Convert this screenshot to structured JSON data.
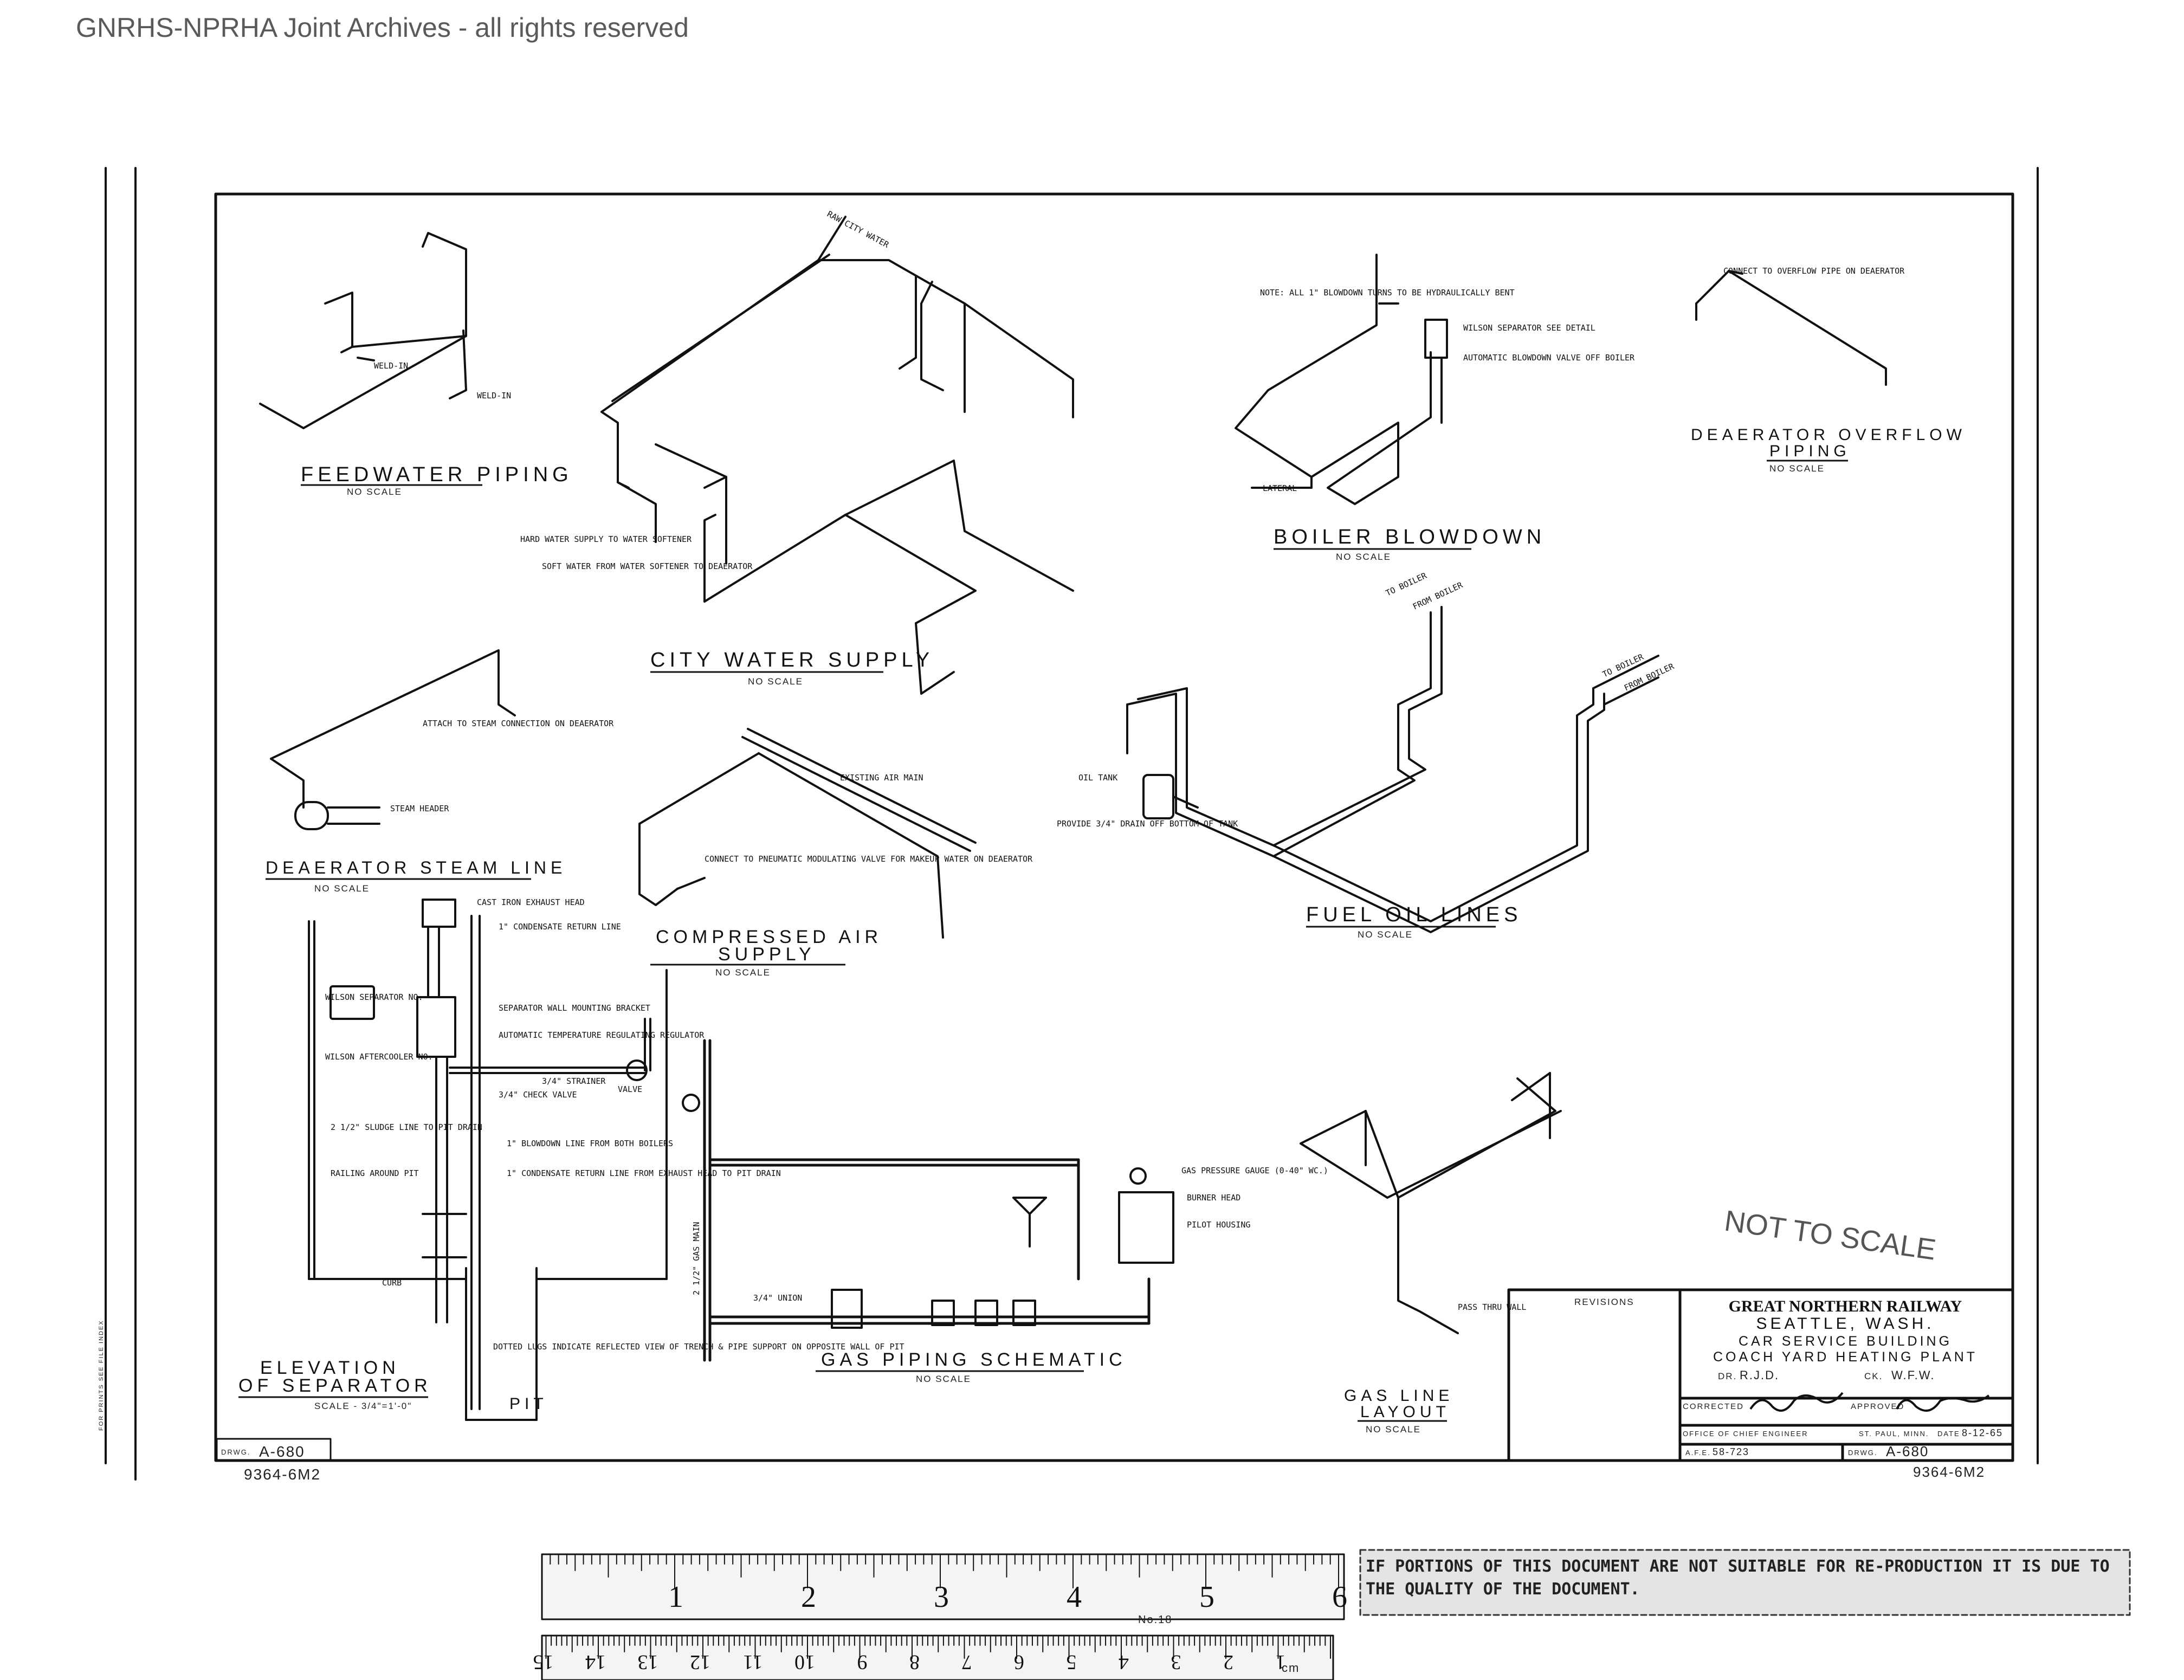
{
  "header": {
    "archive_notice": "GNRHS-NPRHA Joint Archives - all rights reserved"
  },
  "drawing_labels": {
    "feedwater": "FEEDWATER PIPING",
    "city_water": "CITY WATER SUPPLY",
    "boiler_blowdown": "BOILER BLOWDOWN",
    "deaerator_overflow_1": "DEAERATOR OVERFLOW",
    "deaerator_overflow_2": "PIPING",
    "deaerator_steam": "DEAERATOR STEAM LINE",
    "compressed_air_1": "COMPRESSED AIR",
    "compressed_air_2": "SUPPLY",
    "fuel_oil": "FUEL OIL LINES",
    "gas_piping": "GAS PIPING SCHEMATIC",
    "gas_line_1": "GAS LINE",
    "gas_line_2": "LAYOUT",
    "elevation_1": "ELEVATION",
    "elevation_2": "OF SEPARATOR",
    "no_scale": "NO SCALE",
    "elevation_scale": "SCALE - 3/4\"=1'-0\"",
    "pit": "PIT",
    "not_to_scale": "NOT TO SCALE"
  },
  "callouts": {
    "weld_in_1": "WELD-IN",
    "weld_in_2": "WELD-IN",
    "raw_city_water": "RAW CITY WATER",
    "hard_water": "HARD WATER SUPPLY TO WATER SOFTENER",
    "soft_water": "SOFT WATER FROM WATER SOFTENER TO DEAERATOR",
    "blowdown_note": "NOTE: ALL 1\" BLOWDOWN TURNS TO BE HYDRAULICALLY BENT",
    "wilson_separator": "WILSON SEPARATOR SEE DETAIL",
    "auto_blowdown": "AUTOMATIC BLOWDOWN VALVE OFF BOILER",
    "lateral": "LATERAL",
    "connect_overflow": "CONNECT TO OVERFLOW PIPE ON DEAERATOR",
    "attach_steam": "ATTACH TO STEAM CONNECTION ON DEAERATOR",
    "steam_header": "STEAM HEADER",
    "existing_air": "EXISTING AIR MAIN",
    "connect_pneumatic": "CONNECT TO PNEUMATIC MODULATING VALVE FOR MAKEUP WATER ON DEAERATOR",
    "to_boiler_1": "TO BOILER",
    "from_boiler_1": "FROM BOILER",
    "to_boiler_2": "TO BOILER",
    "from_boiler_2": "FROM BOILER",
    "oil_tank": "OIL TANK",
    "provide_drain": "PROVIDE 3/4\" DRAIN OFF BOTTOM OF TANK",
    "gas_pressure": "GAS PRESSURE GAUGE (0-40\" WC.)",
    "burner_head": "BURNER HEAD",
    "pilot_housing": "PILOT HOUSING",
    "pass_thru_wall": "PASS THRU WALL",
    "cast_iron_exhaust": "CAST IRON EXHAUST HEAD",
    "condensate_return": "1\" CONDENSATE RETURN LINE",
    "separator_wall": "SEPARATOR WALL MOUNTING BRACKET",
    "auto_temp": "AUTOMATIC TEMPERATURE REGULATING REGULATOR",
    "strainer": "3/4\" STRAINER",
    "check_valve": "3/4\" CHECK VALVE",
    "valve": "VALVE",
    "sludge_line": "2 1/2\" SLUDGE LINE TO PIT DRAIN",
    "railing": "RAILING AROUND PIT",
    "blowdown_line": "1\" BLOWDOWN LINE FROM BOTH BOILERS",
    "condensate_pit": "1\" CONDENSATE RETURN LINE FROM EXHAUST HEAD TO PIT DRAIN",
    "curb": "CURB",
    "dotted_lugs": "DOTTED LUGS INDICATE REFLECTED VIEW OF TRENCH & PIPE SUPPORT ON OPPOSITE WALL OF PIT",
    "wilson_separator_no": "WILSON SEPARATOR NO.",
    "wilson_aftercooler": "WILSON AFTERCOOLER NO.",
    "gas_main": "2 1/2\" GAS MAIN",
    "union": "3/4\" UNION"
  },
  "title_block": {
    "revisions_label": "REVISIONS",
    "railway": "GREAT NORTHERN RAILWAY",
    "city": "SEATTLE, WASH.",
    "building": "CAR SERVICE BUILDING",
    "plant": "COACH YARD HEATING PLANT",
    "drawn_prefix": "DR.",
    "drawn_by": "R.J.D.",
    "checked_prefix": "CK.",
    "checked_by": "W.F.W.",
    "corrected_label": "CORRECTED",
    "approved_label": "APPROVED",
    "office": "OFFICE OF CHIEF ENGINEER",
    "location": "ST. PAUL, MINN.",
    "date_label": "DATE",
    "date": "8-12-65",
    "afe_label": "A.F.E.",
    "afe": "58-723",
    "drwg_label": "DRWG.",
    "drwg_number": "A-680"
  },
  "sheet": {
    "drwg_label_left": "DRWG.",
    "drwg_number_left": "A-680",
    "ref_left": "9364-6M2",
    "ref_right": "9364-6M2",
    "margin_note": "FOR PRINTS SEE FILE INDEX"
  },
  "ruler": {
    "inch_labels": [
      "1",
      "2",
      "3",
      "4",
      "5",
      "6"
    ],
    "cm_labels": [
      "1",
      "2",
      "3",
      "4",
      "5",
      "6",
      "7",
      "8",
      "9",
      "10",
      "11",
      "12",
      "13",
      "14",
      "15"
    ],
    "cm_unit": "cm",
    "model": "No.18",
    "notice": "IF PORTIONS OF THIS DOCUMENT ARE NOT SUITABLE FOR RE-PRODUCTION IT IS DUE TO THE QUALITY OF THE DOCUMENT."
  }
}
